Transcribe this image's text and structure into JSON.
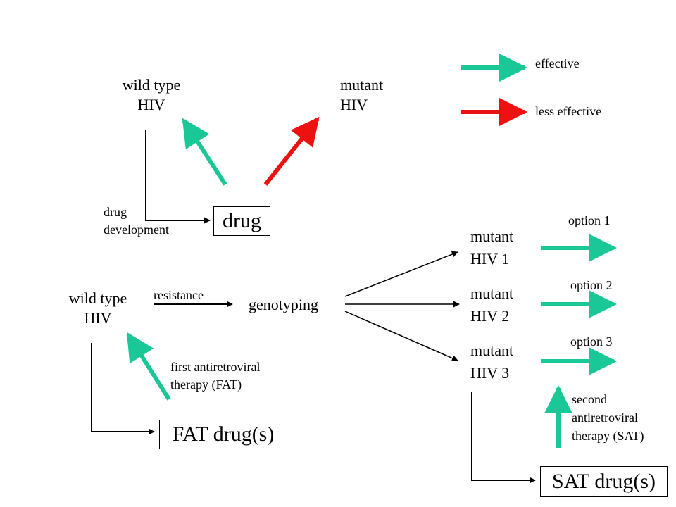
{
  "legend": {
    "effective_label": "effective",
    "less_effective_label": "less effective",
    "effective_color": "#19c896",
    "less_effective_color": "#ee1111"
  },
  "top": {
    "wild_type_line1": "wild type",
    "wild_type_line2": "HIV",
    "mutant_line1": "mutant",
    "mutant_line2": "HIV",
    "drug_dev_line1": "drug",
    "drug_dev_line2": "development",
    "drug_box": "drug"
  },
  "bottom": {
    "wild_type_line1": "wild type",
    "wild_type_line2": "HIV",
    "resistance": "resistance",
    "genotyping": "genotyping",
    "fat_line1": "first antiretroviral",
    "fat_line2": "therapy (FAT)",
    "fat_box": "FAT drug(s)",
    "mutants": [
      {
        "line1": "mutant",
        "line2": "HIV 1",
        "option": "option 1"
      },
      {
        "line1": "mutant",
        "line2": "HIV 2",
        "option": "option 2"
      },
      {
        "line1": "mutant",
        "line2": "HIV 3",
        "option": "option 3"
      }
    ],
    "sat_line1": "second",
    "sat_line2": "antiretroviral",
    "sat_line3": "therapy (SAT)",
    "sat_box": "SAT drug(s)"
  }
}
